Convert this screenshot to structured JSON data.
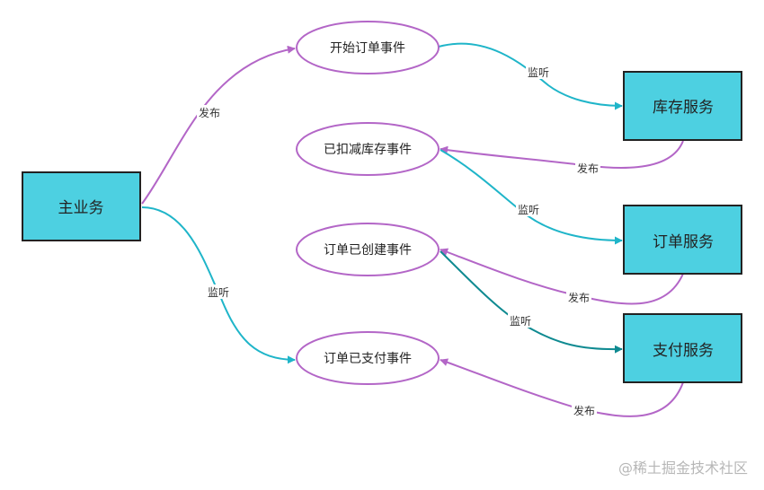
{
  "nodes": {
    "main_service": "主业务",
    "inventory_service": "库存服务",
    "order_service": "订单服务",
    "payment_service": "支付服务"
  },
  "events": {
    "start_order": "开始订单事件",
    "inventory_deducted": "已扣减库存事件",
    "order_created": "订单已创建事件",
    "order_paid": "订单已支付事件"
  },
  "edge_labels": {
    "main_publish": "发布",
    "main_listen": "监听",
    "inventory_listen": "监听",
    "inventory_publish": "发布",
    "order_listen": "监听",
    "order_publish": "发布",
    "payment_listen": "监听",
    "payment_publish": "发布"
  },
  "colors": {
    "box_fill": "#4dd0e1",
    "box_stroke": "#222222",
    "ellipse_stroke": "#b366c7",
    "publish_edge": "#b366c7",
    "listen_edge": "#1fb5c9",
    "listen_edge_dark": "#0f8a91"
  },
  "watermark": "@稀土掘金技术社区"
}
